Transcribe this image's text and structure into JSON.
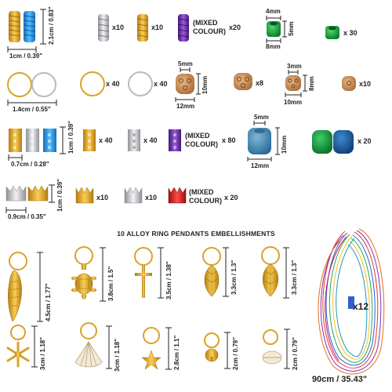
{
  "row1": {
    "spiral_height": "2.1cm / 0.83\"",
    "spiral_width": "1cm / 0.39\"",
    "silver_qty": "x10",
    "gold_qty": "x10",
    "mixed_label_1": "(MIXED",
    "mixed_label_2": "COLOUR)",
    "mixed_qty": "x20",
    "bead_top": "4mm",
    "bead_side": "5mm",
    "bead_bottom": "8mm",
    "bead_qty": "x 30"
  },
  "row2": {
    "ring_width": "1.4cm / 0.55\"",
    "gold_ring_qty": "x 40",
    "silver_ring_qty": "x 40",
    "wood_top": "5mm",
    "wood_side": "10mm",
    "wood_bottom": "12mm",
    "wood_qty": "x8",
    "small_wood_top": "3mm",
    "small_wood_side": "8mm",
    "small_wood_bottom": "10mm",
    "small_wood_qty": "x10"
  },
  "row3": {
    "cuff_width": "0.7cm / 0.28\"",
    "cuff_height": "1cm / 0.39\"",
    "gold_cuff_qty": "x 40",
    "silver_cuff_qty": "x 40",
    "mixed_label_1": "(MIXED",
    "mixed_label_2": "COLOUR)",
    "mixed_qty": "x 80",
    "glass_top": "5mm",
    "glass_side": "10mm",
    "glass_bottom": "12mm",
    "glass_qty": "x 20"
  },
  "row4": {
    "crown_width": "0.9cm / 0.35\"",
    "crown_height": "1cm / 0.39\"",
    "gold_crown_qty": "x10",
    "silver_crown_qty": "x10",
    "mixed_label_1": "(MIXED",
    "mixed_label_2": "COLOUR)",
    "mixed_qty": "x 20"
  },
  "pendants": {
    "title": "10 ALLOY RING PENDANTS EMBELLISHMENTS",
    "wing": "4.5cm / 1.77\"",
    "turtle": "3.8cm / 1.5\"",
    "cross": "3.5cm / 1.38\"",
    "leaf1": "3.3cm / 1.3\"",
    "leaf2": "3.3cm / 1.3\"",
    "snowflake": "3cm / 1.18\"",
    "shell": "3cm / 1.18\"",
    "star": "2.8cm / 1.1\"",
    "bell": "2cm / 0.79\"",
    "cowrie": "2cm / 0.79\""
  },
  "string": {
    "qty": "x12",
    "length": "90cm / 35.43\""
  },
  "colors": {
    "gold": "#e0a52a",
    "silver": "#c9cacc",
    "green": "#1e9e3e",
    "blue": "#3d7fb0",
    "purple": "#6a2fa0",
    "red": "#d42828",
    "wood": "#c98e58"
  }
}
